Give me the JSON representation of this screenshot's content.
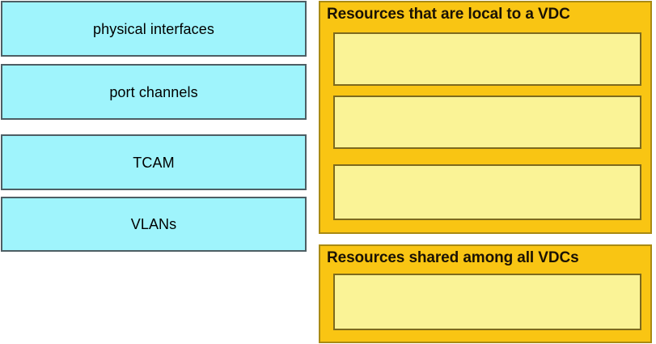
{
  "diagram": {
    "title": "VDC resource classification drag-and-drop",
    "colors": {
      "background": "#ffffff",
      "source_fill": "#9ff4fc",
      "source_border": "#4d5e64",
      "panel_fill": "#f9c513",
      "panel_border": "#a98a12",
      "dropzone_fill": "#faf396",
      "dropzone_border": "#7d6a1e",
      "text": "#000000",
      "heading_text": "#1a1205"
    }
  },
  "source_items": [
    {
      "label": "physical interfaces"
    },
    {
      "label": "port channels"
    },
    {
      "label": "TCAM"
    },
    {
      "label": "VLANs"
    }
  ],
  "target_panels": [
    {
      "title": "Resources that are local to a VDC",
      "dropzones": [
        {
          "label": ""
        },
        {
          "label": ""
        },
        {
          "label": ""
        }
      ]
    },
    {
      "title": "Resources shared among all VDCs",
      "dropzones": [
        {
          "label": ""
        }
      ]
    }
  ]
}
